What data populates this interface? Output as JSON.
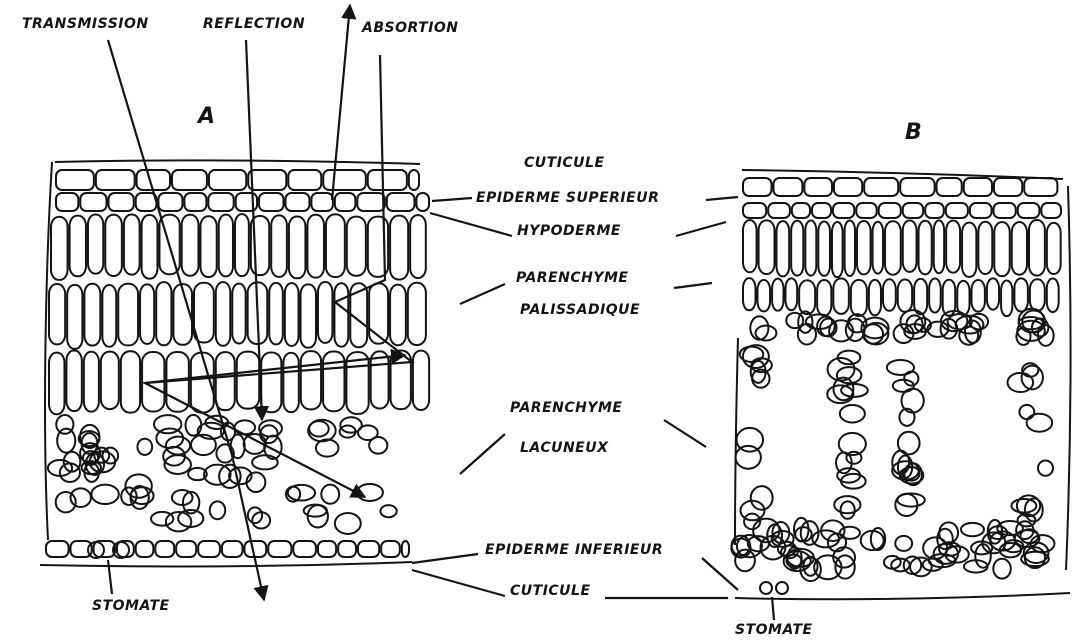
{
  "labels": {
    "transmission": "TRANSMISSION",
    "reflection": "REFLECTION",
    "absorption": "ABSORTION",
    "panel_a": "A",
    "panel_b": "B",
    "cuticule_top": "CUTICULE",
    "epiderme_superieur": "EPIDERME SUPERIEUR",
    "hypoderme": "HYPODERME",
    "parenchyme_palissadique_1": "PARENCHYME",
    "parenchyme_palissadique_2": "PALISSADIQUE",
    "parenchyme_lacuneux_1": "PARENCHYME",
    "parenchyme_lacuneux_2": "LACUNEUX",
    "epiderme_inferieur": "EPIDERME INFERIEUR",
    "cuticule_bottom": "CUTICULE",
    "stomate_a": "STOMATE",
    "stomate_b": "STOMATE"
  },
  "colors": {
    "ink": "#141414",
    "background": "#ffffff"
  }
}
